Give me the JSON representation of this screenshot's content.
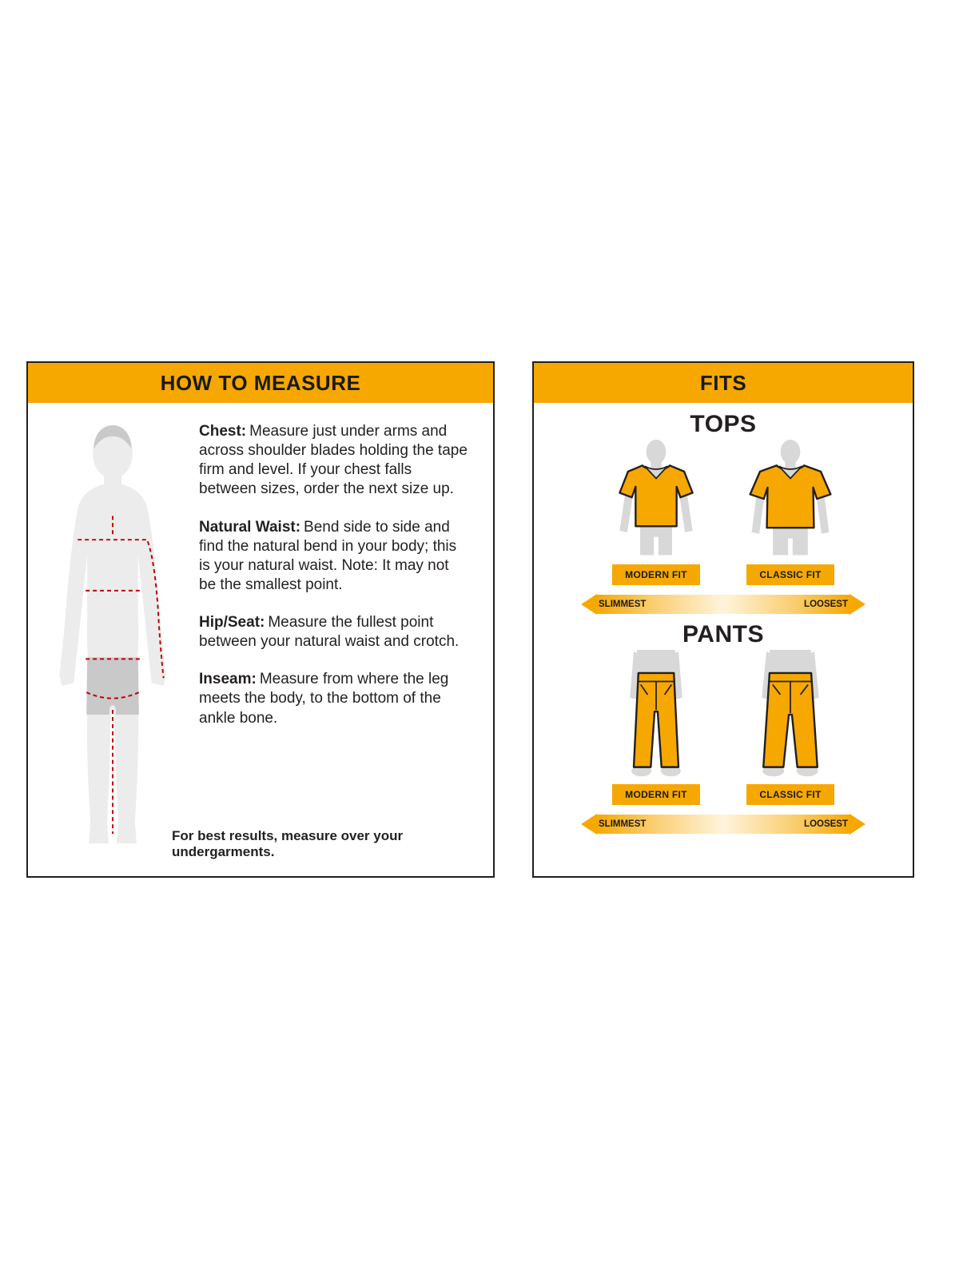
{
  "colors": {
    "accent_gold": "#F6A800",
    "panel_border": "#231f20",
    "measure_line_red": "#C00000",
    "figure_gray": "#ececec",
    "figure_dark_gray": "#c9c9c9"
  },
  "how_to_measure": {
    "title": "HOW TO MEASURE",
    "figure_icon": "male-measurement-figure",
    "sections": [
      {
        "label": "Chest:",
        "text": "Measure just under arms and across shoulder blades holding the tape firm and level. If your chest falls between sizes, order the next size up."
      },
      {
        "label": "Natural Waist:",
        "text": "Bend side to side and find the natural bend in your body; this is your natural waist. Note: It may not be the smallest point."
      },
      {
        "label": "Hip/Seat:",
        "text": "Measure the fullest point between your natural waist and crotch."
      },
      {
        "label": "Inseam:",
        "text": "Measure from where the leg meets the body, to the bottom of the ankle bone."
      }
    ],
    "footnote": "For best results, measure over your undergarments."
  },
  "fits": {
    "title": "FITS",
    "tops": {
      "heading": "TOPS",
      "fits": [
        {
          "label": "MODERN FIT",
          "icon": "tshirt-modern-fit-icon"
        },
        {
          "label": "CLASSIC FIT",
          "icon": "tshirt-classic-fit-icon"
        }
      ],
      "scale": {
        "left": "SLIMMEST",
        "right": "LOOSEST"
      }
    },
    "pants": {
      "heading": "PANTS",
      "fits": [
        {
          "label": "MODERN FIT",
          "icon": "pants-modern-fit-icon"
        },
        {
          "label": "CLASSIC FIT",
          "icon": "pants-classic-fit-icon"
        }
      ],
      "scale": {
        "left": "SLIMMEST",
        "right": "LOOSEST"
      }
    }
  }
}
